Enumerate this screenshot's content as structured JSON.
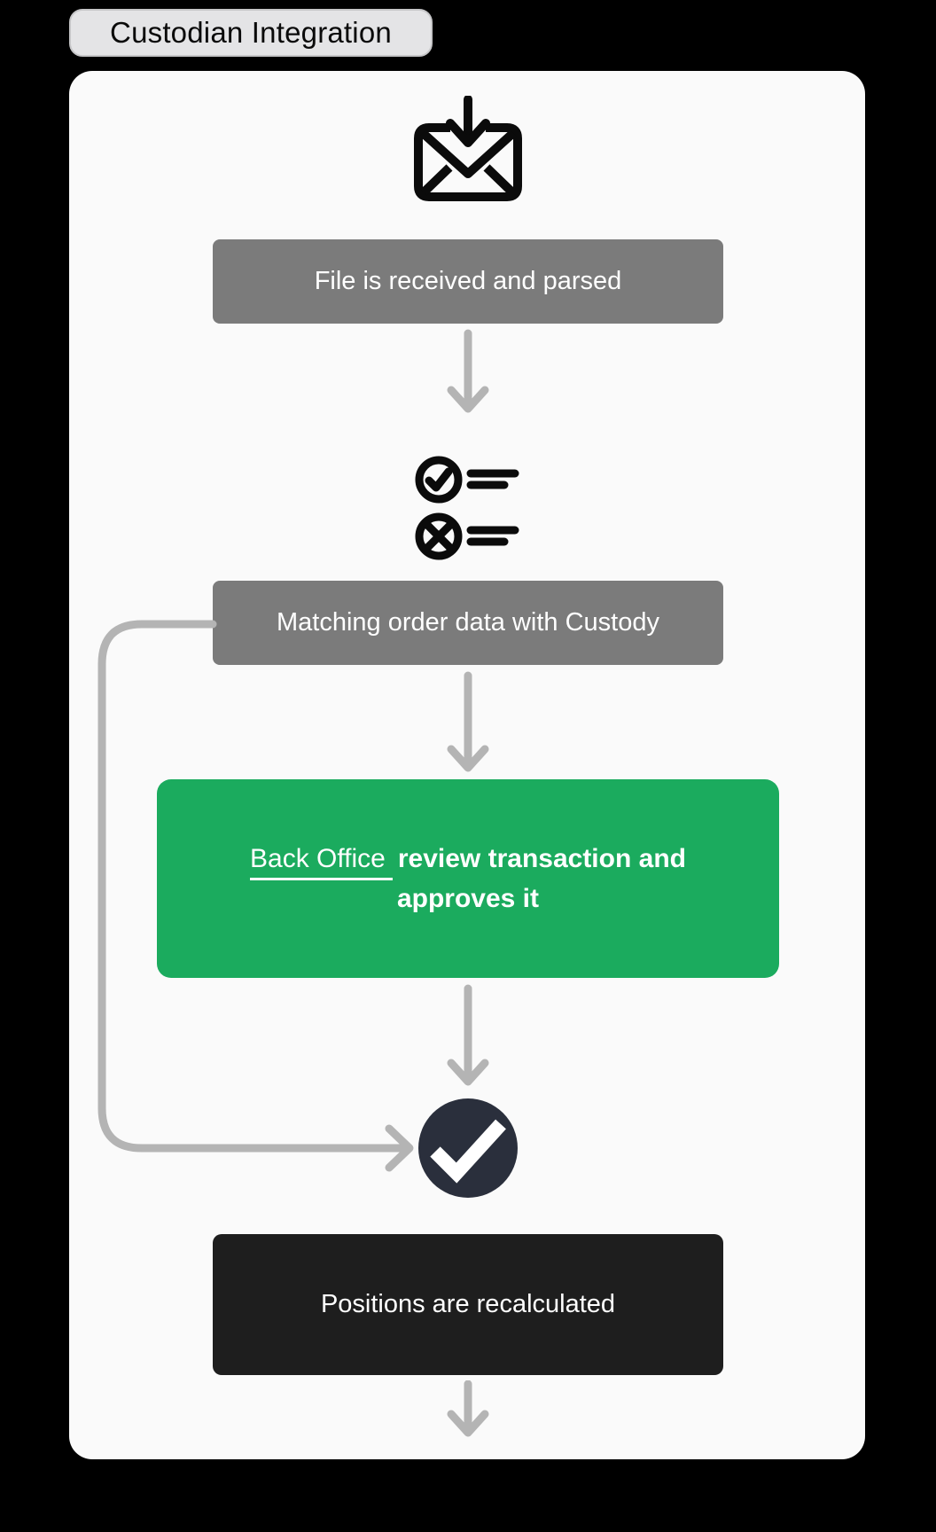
{
  "badge": {
    "title": "Custodian Integration"
  },
  "nodes": {
    "received": {
      "label": "File is received and parsed"
    },
    "matching": {
      "label": "Matching order data with Custody"
    },
    "review": {
      "link_label": "Back Office",
      "bold_line1": "review transaction and",
      "bold_line2": "approves it"
    },
    "recalculated": {
      "label": "Positions are recalculated"
    }
  },
  "icons": {
    "top": "mail-arrow-down-icon",
    "middle": "match-checklist-icon",
    "approved": "check-circle-icon",
    "connectors": "arrow-down-icon"
  },
  "colors": {
    "background": "#000000",
    "card": "#FAFAFA",
    "badge_bg": "#E4E4E6",
    "badge_border": "#C6C6C8",
    "gray_node": "#7B7B7B",
    "green_node": "#1BAB5E",
    "dark_node": "#1E1E1E",
    "check_circle": "#2A2F3C",
    "connector": "#B4B4B4",
    "icon_stroke": "#0B0B0B",
    "node_text": "#FFFFFF"
  }
}
